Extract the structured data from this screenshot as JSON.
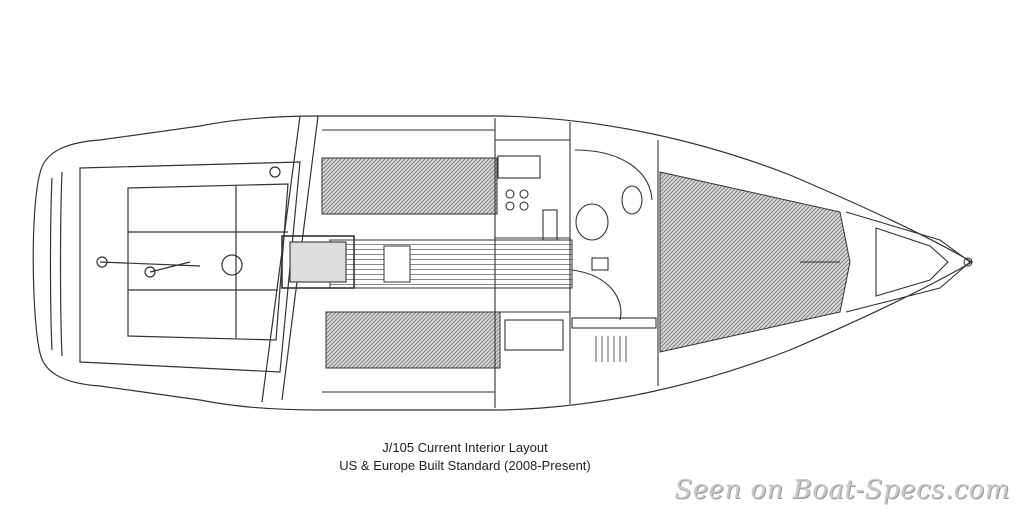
{
  "caption": {
    "line1": "J/105 Current Interior Layout",
    "line2": "US & Europe Built Standard (2008-Present)"
  },
  "watermark": "Seen on Boat-Specs.com",
  "colors": {
    "line": "#333333",
    "hatch": "#777777",
    "background": "#ffffff"
  }
}
